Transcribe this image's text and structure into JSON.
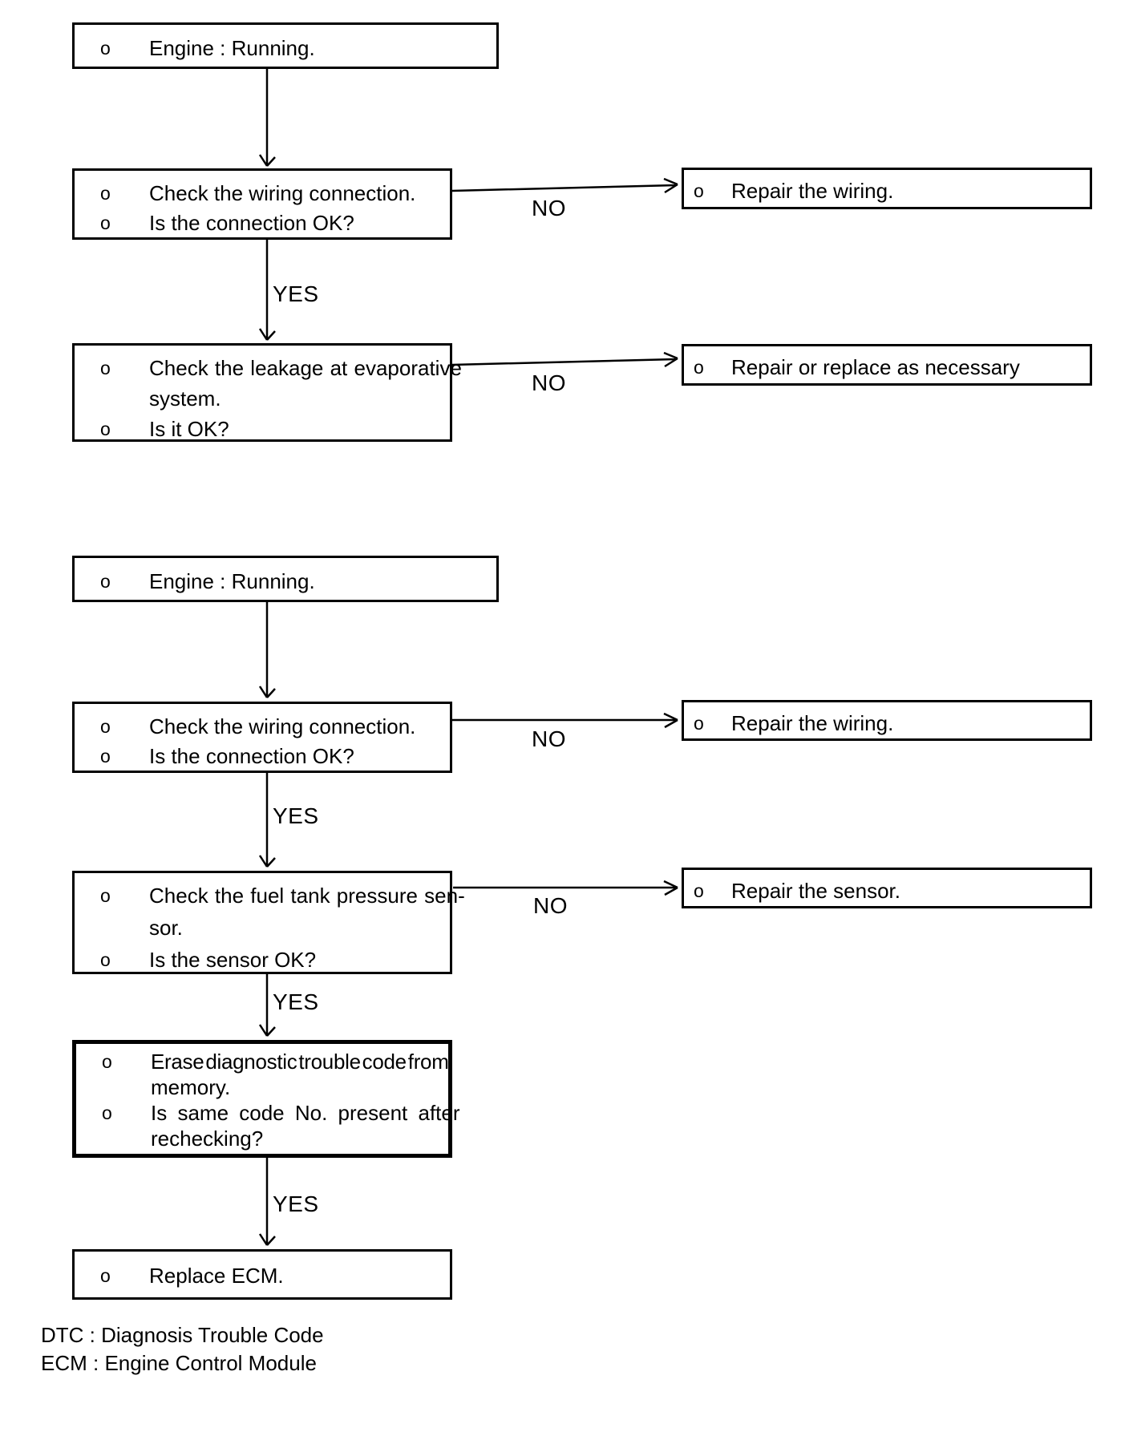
{
  "bullet": "o",
  "edge_labels": {
    "yes": "YES",
    "no": "NO"
  },
  "flowchart_top": {
    "start": {
      "line1": "Engine : Running."
    },
    "check_wiring": {
      "line1": "Check the wiring connection.",
      "line2": "Is the connection OK?"
    },
    "repair_wiring": {
      "line1": "Repair the wiring."
    },
    "check_leakage": {
      "line1": "Check the leakage at evaporative",
      "line1_cont": "system.",
      "line2": "Is it OK?"
    },
    "repair_or_replace": {
      "line1": "Repair or replace as necessary"
    }
  },
  "flowchart_bottom": {
    "start": {
      "line1": "Engine : Running."
    },
    "check_wiring": {
      "line1": "Check the wiring connection.",
      "line2": "Is the connection OK?"
    },
    "repair_wiring": {
      "line1": "Repair the wiring."
    },
    "check_sensor": {
      "line1": "Check the fuel tank pressure sen-",
      "line1_cont": "sor.",
      "line2": "Is the sensor OK?"
    },
    "repair_sensor": {
      "line1": "Repair the sensor."
    },
    "erase_dtc": {
      "line1": "Erase diagnostic trouble code from",
      "line1_cont": "memory.",
      "line2": "Is same code No. present after",
      "line2_cont": "rechecking?"
    },
    "replace_ecm": {
      "line1": "Replace ECM."
    }
  },
  "legend": {
    "line1": "DTC : Diagnosis Trouble Code",
    "line2": "ECM : Engine Control Module"
  }
}
